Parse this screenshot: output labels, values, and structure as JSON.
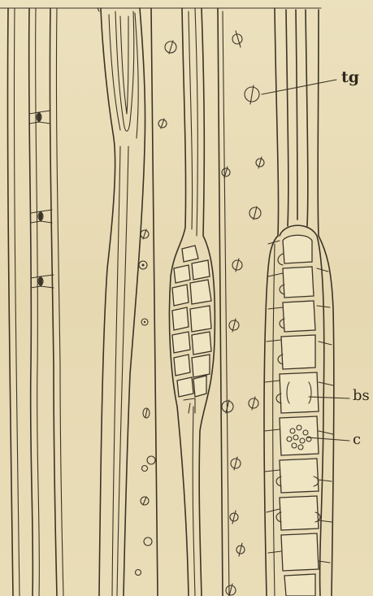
{
  "figure": {
    "labels": {
      "tg": "tg",
      "bs": "bs",
      "c": "c"
    }
  },
  "colors": {
    "paper": "#e8dcb6",
    "ink": "#3b3326"
  }
}
